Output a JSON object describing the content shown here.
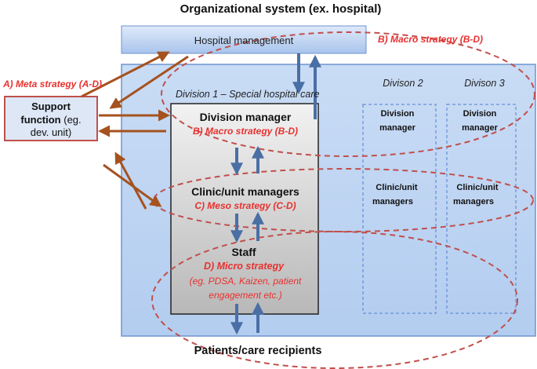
{
  "title": "Organizational system (ex. hospital)",
  "hospital_management": "Hospital management",
  "macro_top": "B) Macro strategy (B-D)",
  "meta": "A) Meta strategy (A-D)",
  "support": {
    "line1": "Support",
    "line2_bold": "function",
    "line2_rest": " (eg.",
    "line3": "dev. unit)"
  },
  "division1_label": "Division 1 – Special hospital care",
  "division2_label": "Divison 2",
  "division3_label": "Divison 3",
  "division_manager": "Division manager",
  "macro_inner": "B) Macro strategy (B-D)",
  "clinic_managers": "Clinic/unit managers",
  "meso": "C) Meso strategy (C-D)",
  "staff": "Staff",
  "micro": "D) Micro strategy",
  "micro_ex1": "(eg. PDSA, Kaizen, patient",
  "micro_ex2": "engagement  etc.)",
  "div2": {
    "manager1": "Division",
    "manager2": "manager",
    "clinic1": "Clinic/unit",
    "clinic2": "managers"
  },
  "div3": {
    "manager1": "Division",
    "manager2": "manager",
    "clinic1": "Clinic/unit",
    "clinic2": "managers"
  },
  "patients": "Patients/care recipients",
  "colors": {
    "brown": "#a5521f",
    "blue_arrow": "#4a6fa5",
    "red": "#e8312f",
    "dashed_red": "#c0504d"
  }
}
